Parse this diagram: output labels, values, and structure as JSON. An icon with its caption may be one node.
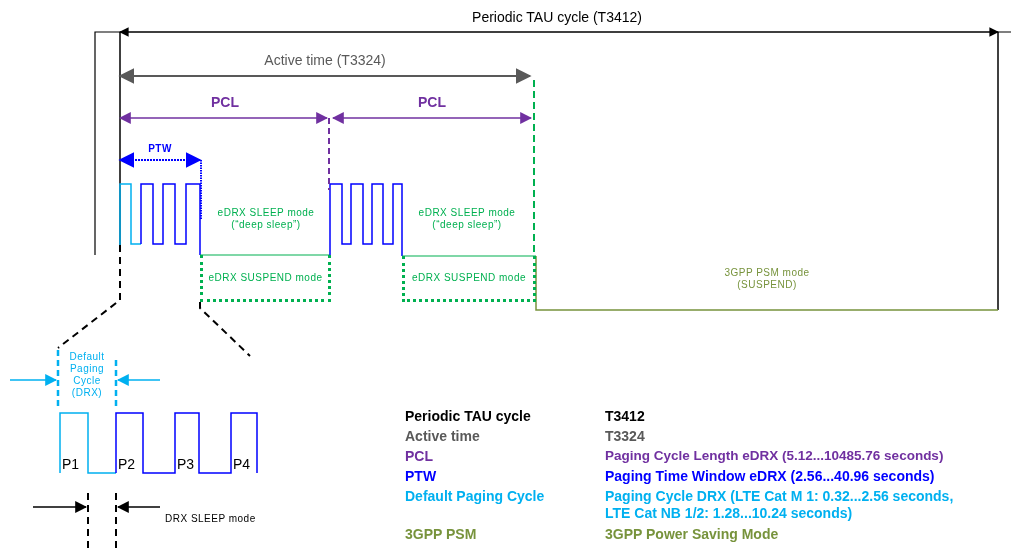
{
  "diagram": {
    "nodes": [
      {
        "text": [
          "eDRX SUSPEND mode"
        ]
      },
      {
        "text": [
          "eDRX SUSPEND mode"
        ]
      }
    ],
    "edges": [],
    "labels": [
      "Periodic TAU cycle (T3412)",
      "Active time (T3324)",
      "PCL",
      "PCL",
      "PTW",
      "eDRX SLEEP mode (“deep sleep”)",
      "eDRX SLEEP mode (“deep sleep”)",
      "3GPP PSM mode (SUSPEND)",
      "Default Paging Cycle (DRX)",
      "P1",
      "P2",
      "P3",
      "P4",
      "DRX SLEEP mode",
      "Periodic TAU cycle",
      "T3412",
      "Active time",
      "T3324",
      "PCL",
      "Paging Cycle Length eDRX (5.12...10485.76 seconds)",
      "PTW",
      "Paging Time Window eDRX (2.56...40.96 seconds)",
      "Default Paging Cycle",
      "Paging Cycle DRX (LTE Cat M 1: 0.32...2.56 seconds, LTE Cat NB 1/2: 1.28...10.24 seconds)",
      "3GPP PSM",
      "3GPP Power Saving Mode"
    ]
  }
}
